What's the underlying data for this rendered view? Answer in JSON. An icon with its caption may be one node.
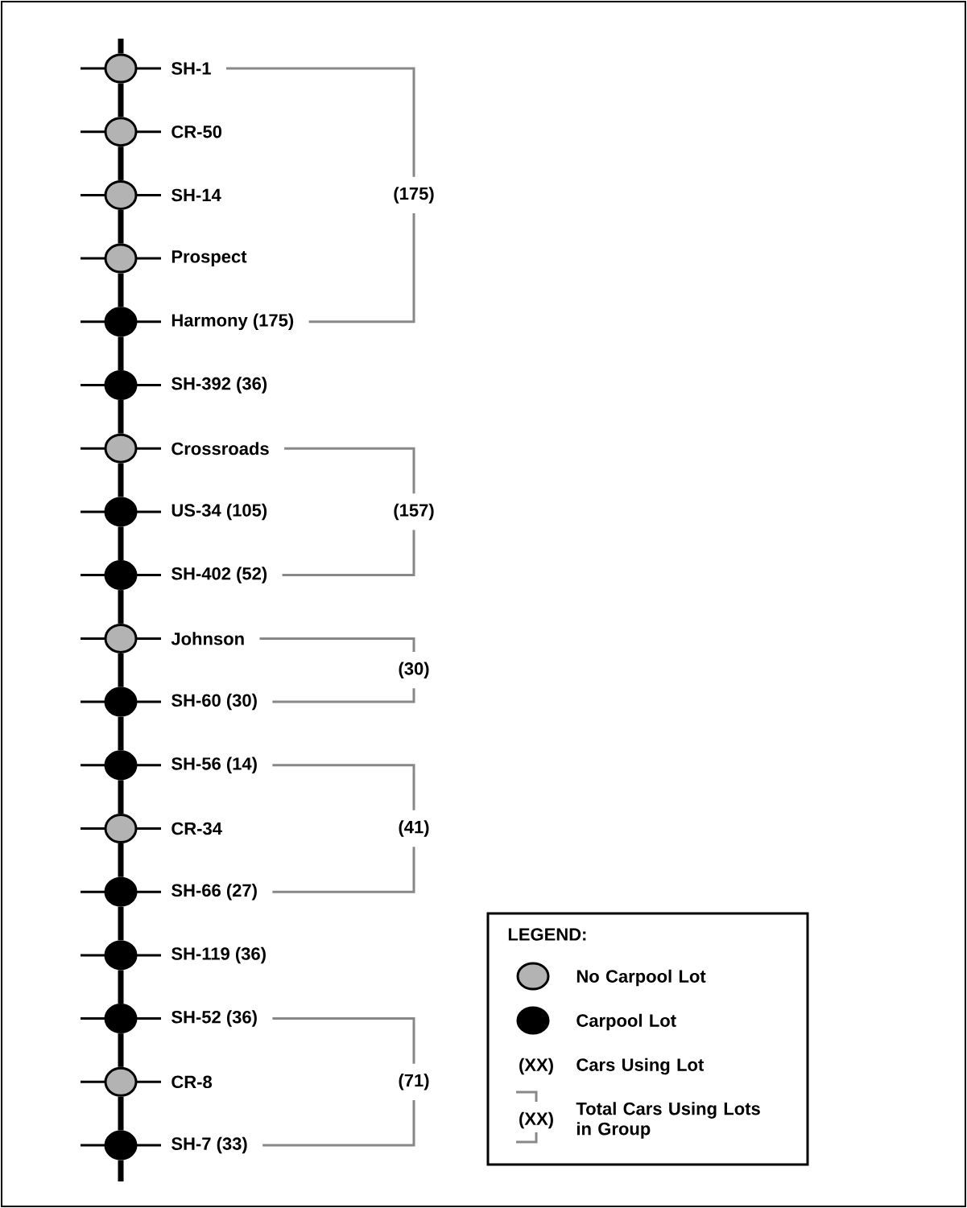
{
  "diagram": {
    "nodes": [
      {
        "text": [],
        "shape": "circle",
        "beside": [
          "SH-1"
        ]
      },
      {
        "text": [],
        "shape": "circle",
        "beside": [
          "CR-50"
        ]
      },
      {
        "text": [],
        "shape": "circle",
        "beside": [
          "SH-14"
        ]
      },
      {
        "text": [],
        "shape": "circle",
        "beside": [
          "Prospect"
        ]
      },
      {
        "text": [],
        "shape": "dot",
        "beside": [
          "Harmony (175)"
        ]
      },
      {
        "text": [],
        "shape": "dot",
        "beside": [
          "SH-392 (36)"
        ]
      },
      {
        "text": [],
        "shape": "circle",
        "beside": [
          "Crossroads"
        ]
      },
      {
        "text": [],
        "shape": "dot",
        "beside": [
          "US-34 (105)"
        ]
      },
      {
        "text": [],
        "shape": "dot",
        "beside": [
          "SH-402 (52)"
        ]
      },
      {
        "text": [],
        "shape": "circle",
        "beside": [
          "Johnson"
        ]
      },
      {
        "text": [],
        "shape": "dot",
        "beside": [
          "SH-60 (30)"
        ]
      },
      {
        "text": [],
        "shape": "dot",
        "beside": [
          "SH-56 (14)"
        ]
      },
      {
        "text": [],
        "shape": "circle",
        "beside": [
          "CR-34"
        ]
      },
      {
        "text": [],
        "shape": "dot",
        "beside": [
          "SH-66 (27)"
        ]
      },
      {
        "text": [],
        "shape": "dot",
        "beside": [
          "SH-119 (36)"
        ]
      },
      {
        "text": [],
        "shape": "dot",
        "beside": [
          "SH-52 (36)"
        ]
      },
      {
        "text": [],
        "shape": "circle",
        "beside": [
          "CR-8"
        ]
      },
      {
        "text": [],
        "shape": "dot",
        "beside": [
          "SH-7 (33)"
        ]
      }
    ],
    "edges": [
      {
        "from": null,
        "to": 0,
        "arrow": "none"
      },
      {
        "from": 0,
        "to": 1,
        "arrow": "none"
      },
      {
        "from": 1,
        "to": 2,
        "arrow": "none"
      },
      {
        "from": 2,
        "to": 3,
        "arrow": "none"
      },
      {
        "from": 3,
        "to": 4,
        "arrow": "none"
      },
      {
        "from": 4,
        "to": 5,
        "arrow": "none"
      },
      {
        "from": 5,
        "to": 6,
        "arrow": "none"
      },
      {
        "from": 6,
        "to": 7,
        "arrow": "none"
      },
      {
        "from": 7,
        "to": 8,
        "arrow": "none"
      },
      {
        "from": 8,
        "to": 9,
        "arrow": "none"
      },
      {
        "from": 9,
        "to": 10,
        "arrow": "none"
      },
      {
        "from": 10,
        "to": 11,
        "arrow": "none"
      },
      {
        "from": 11,
        "to": 12,
        "arrow": "none"
      },
      {
        "from": 12,
        "to": 13,
        "arrow": "none"
      },
      {
        "from": 13,
        "to": 14,
        "arrow": "none"
      },
      {
        "from": 14,
        "to": 15,
        "arrow": "none"
      },
      {
        "from": 15,
        "to": 16,
        "arrow": "none"
      },
      {
        "from": 16,
        "to": 17,
        "arrow": "none"
      },
      {
        "from": 17,
        "to": null,
        "arrow": "none"
      }
    ],
    "labels": [
      "(175)",
      "(157)",
      "(30)",
      "(41)",
      "(71)",
      "LEGEND:",
      "(XX)",
      "(XX)"
    ],
    "legend": [
      {
        "text": "No Carpool Lot",
        "color": "#b3b3b3"
      },
      {
        "text": "Carpool Lot",
        "color": "#000000"
      },
      {
        "text": "Cars Using Lot"
      },
      {
        "text": "Total Cars Using Lots in Group"
      }
    ]
  }
}
